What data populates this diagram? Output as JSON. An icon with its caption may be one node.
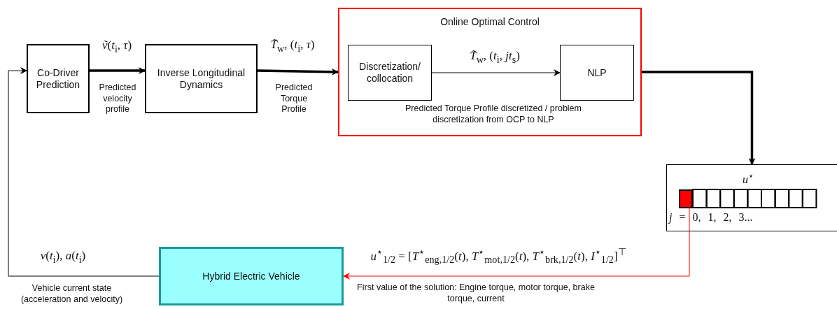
{
  "diagram": {
    "nodes": [
      {
        "text": [
          "Co-Driver Prediction"
        ]
      },
      {
        "text": [
          "Inverse Longitudinal Dynamics"
        ]
      },
      {
        "text": [
          "Online Optimal Control"
        ]
      },
      {
        "text": [
          "Discretization/ collocation"
        ],
        "in": 2
      },
      {
        "text": [
          "NLP"
        ],
        "in": 2
      },
      {
        "text": [
          "*u*$^{⋆}$",
          "*j* = 0, 1, 2, 3..."
        ]
      },
      {
        "text": [],
        "shape": "box",
        "in": 5
      },
      {
        "text": [
          "Hybrid Electric Vehicle"
        ]
      }
    ],
    "edges": [
      {
        "from": 0,
        "to": 1,
        "arrow": "to",
        "label": "*ṽ*(*t*$_{i}$, *τ*)",
        "style": "thick"
      },
      {
        "from": 1,
        "to": 2,
        "arrow": "to",
        "label": "*T̃*$_{w}$, (*t*$_{i}$, *τ*)",
        "style": "thick"
      },
      {
        "from": 3,
        "to": 4,
        "arrow": "to",
        "label": "*T̃*$_{w}$, (*t*$_{i}$, *jt*$_{s}$)"
      },
      {
        "from": 2,
        "to": 5,
        "arrow": "to",
        "style": "thick"
      },
      {
        "from": 6,
        "to": 7,
        "arrow": "to",
        "color": "#ff0000",
        "label": "*u*$^{⋆}$$_{1/2}$ = [*T*$^{⋆}$$_{eng,1/2}$(*t*), *T*$^{⋆}$$_{mot,1/2}$(*t*), *T*$^{⋆}$$_{brk,1/2}$(*t*), *I*$^{⋆}$$_{1/2}$]$^{⊤}$"
      },
      {
        "from": 7,
        "to": 0,
        "arrow": "to",
        "label": "*v*(*t*$_{i}$), *a*(*t*$_{i}$)"
      }
    ],
    "labels": [
      "Predicted velocity profile",
      "Predicted Torque Profile",
      "Predicted Torque Profile discretized / problem discretization from OCP to NLP",
      "Vehicle current state (acceleration and velocity)",
      "First value of the solution: Engine torque, motor torque, brake torque, current"
    ]
  }
}
